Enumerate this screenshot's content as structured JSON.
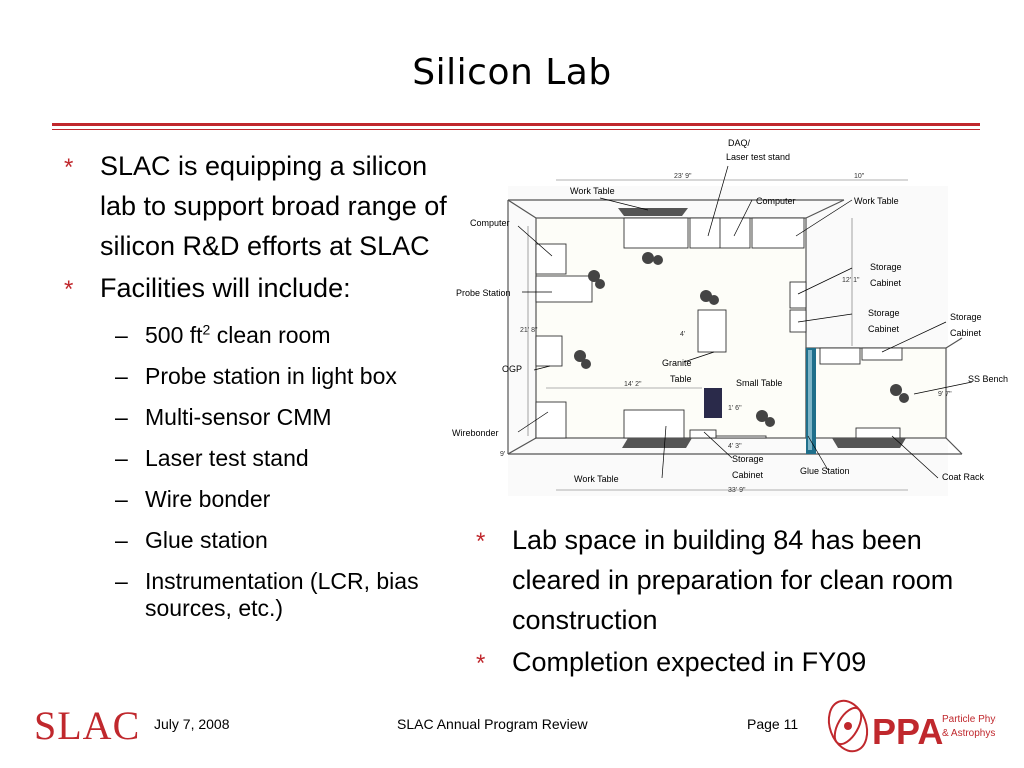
{
  "slide": {
    "title": "Silicon Lab",
    "bullets_left": [
      {
        "text": "SLAC is equipping a silicon lab to support broad range of silicon R&D efforts at SLAC"
      },
      {
        "text": "Facilities will include:",
        "sub": [
          {
            "text": "500 ft",
            "sup": "2",
            "after": " clean room"
          },
          {
            "text": "Probe station in light box"
          },
          {
            "text": "Multi-sensor CMM"
          },
          {
            "text": "Laser test stand"
          },
          {
            "text": "Wire bonder"
          },
          {
            "text": "Glue station"
          },
          {
            "text": "Instrumentation (LCR, bias sources, etc.)"
          }
        ]
      }
    ],
    "bullets_right": [
      {
        "text": "Lab space in building 84 has been cleared in preparation for clean room construction"
      },
      {
        "text": "Completion expected in FY09"
      }
    ],
    "bullet_symbol": "*",
    "dash_symbol": "–"
  },
  "floorplan": {
    "labels": {
      "daq": "DAQ/",
      "laser": "Laser test stand",
      "work_table_top_left": "Work Table",
      "computer_top": "Computer",
      "work_table_top_right": "Work Table",
      "computer_left": "Computer",
      "probe_station": "Probe Station",
      "storage_cabinet_1a": "Storage",
      "storage_cabinet_1b": "Cabinet",
      "storage_cabinet_2a": "Storage",
      "storage_cabinet_2b": "Cabinet",
      "storage_cabinet_3a": "Storage",
      "storage_cabinet_3b": "Cabinet",
      "granite_a": "Granite",
      "granite_b": "Table",
      "ogp": "OGP",
      "small_table": "Small Table",
      "ss_bench": "SS Bench",
      "wirebonder": "Wirebonder",
      "storage_cabinet_bottom_a": "Storage",
      "storage_cabinet_bottom_b": "Cabinet",
      "glue_station": "Glue Station",
      "work_table_bottom": "Work Table",
      "coat_rack": "Coat Rack"
    },
    "dims": {
      "top_width": "23' 9\"",
      "top_right": "10\"",
      "left_height": "21' 8\"",
      "right_small": "12' 1\"",
      "right_ss": "9' 7\"",
      "mid": "14' 2\"",
      "granite_dim": "4'",
      "small_1": "1' 6\"",
      "small_2": "4' 3\"",
      "left_bottom": "9'",
      "bottom_width": "33' 9\""
    }
  },
  "footer": {
    "logo": "SLAC",
    "date": "July 7, 2008",
    "event": "SLAC Annual Program Review",
    "page": "Page 11",
    "ppa_logo": "PPA",
    "ppa_line1": "Particle Physics",
    "ppa_line2": "& Astrophysics"
  },
  "colors": {
    "accent": "#c0282d",
    "cabinet_blue": "#1f6f8b"
  }
}
